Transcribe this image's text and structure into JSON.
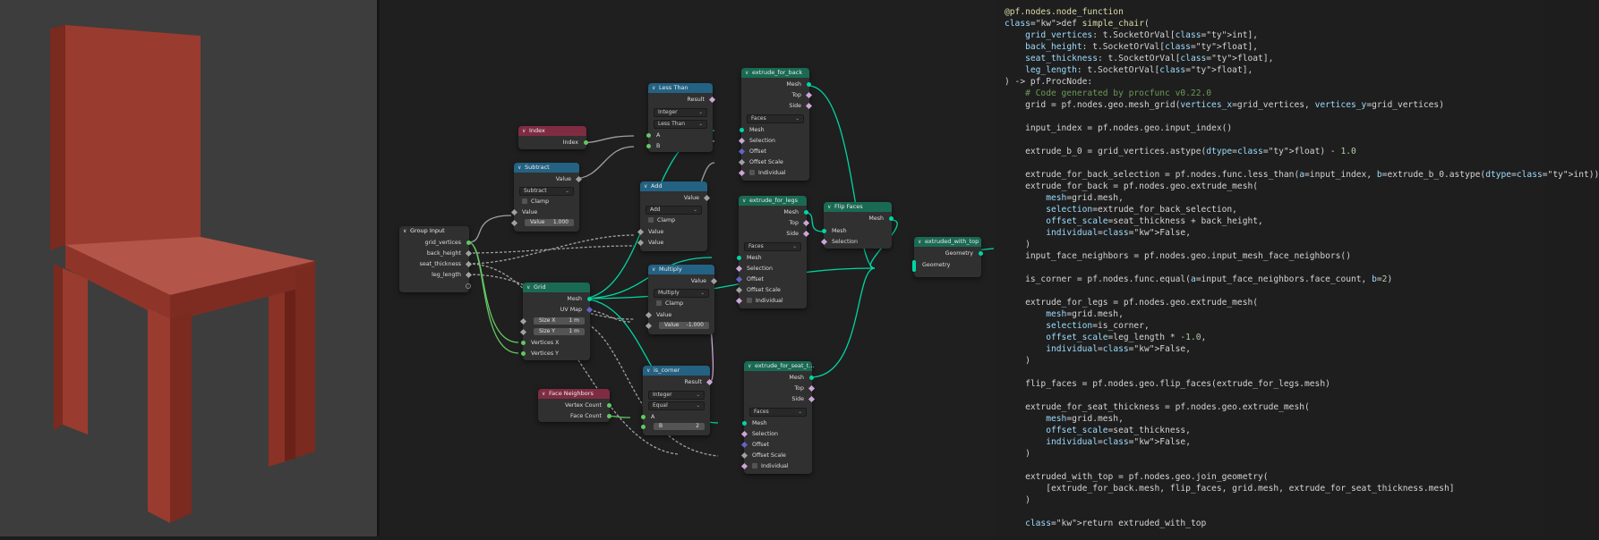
{
  "viewport": {
    "description_icon": "chair-3d-model"
  },
  "colors": {
    "chair_front": "#9a3b2f",
    "chair_side": "#7a2a1f",
    "chair_top": "#b4554a",
    "wire": "#00d6a3",
    "wire_gray": "#a1a1a1"
  },
  "nodes": {
    "group_input": {
      "title": "Group Input",
      "outputs": [
        "grid_vertices",
        "back_height",
        "seat_thickness",
        "leg_length"
      ]
    },
    "index": {
      "title": "Index",
      "output": "Index"
    },
    "subtract": {
      "title": "Subtract",
      "output": "Value",
      "op": "Subtract",
      "clamp": "Clamp",
      "in1": "Value",
      "in2_label": "Value",
      "in2_value": "1.000"
    },
    "grid": {
      "title": "Grid",
      "out_mesh": "Mesh",
      "out_uv": "UV Map",
      "size_x_label": "Size X",
      "size_x": "1 m",
      "size_y_label": "Size Y",
      "size_y": "1 m",
      "vx": "Vertices X",
      "vy": "Vertices Y"
    },
    "face_neighbors": {
      "title": "Face Neighbors",
      "vc": "Vertex Count",
      "fc": "Face Count"
    },
    "less_than": {
      "title": "Less Than",
      "output": "Result",
      "type": "Integer",
      "op": "Less Than",
      "a": "A",
      "b": "B"
    },
    "add": {
      "title": "Add",
      "output": "Value",
      "op": "Add",
      "clamp": "Clamp",
      "in1": "Value",
      "in2": "Value"
    },
    "multiply": {
      "title": "Multiply",
      "output": "Value",
      "op": "Multiply",
      "clamp": "Clamp",
      "in1": "Value",
      "in2_label": "Value",
      "in2_value": "-1.000"
    },
    "is_corner": {
      "title": "is_corner",
      "output": "Result",
      "type": "Integer",
      "op": "Equal",
      "a": "A",
      "b_label": "B",
      "b_value": "2"
    },
    "extrude_back": {
      "title": "extrude_for_back",
      "mesh": "Mesh",
      "top": "Top",
      "side": "Side",
      "mode": "Faces",
      "in_mesh": "Mesh",
      "sel": "Selection",
      "offset": "Offset",
      "oscale": "Offset Scale",
      "indiv": "Individual"
    },
    "extrude_legs": {
      "title": "extrude_for_legs",
      "mesh": "Mesh",
      "top": "Top",
      "side": "Side",
      "mode": "Faces",
      "in_mesh": "Mesh",
      "sel": "Selection",
      "offset": "Offset",
      "oscale": "Offset Scale",
      "indiv": "Individual"
    },
    "extrude_seat": {
      "title": "extrude_for_seat_t...",
      "mesh": "Mesh",
      "top": "Top",
      "side": "Side",
      "mode": "Faces",
      "in_mesh": "Mesh",
      "sel": "Selection",
      "offset": "Offset",
      "oscale": "Offset Scale",
      "indiv": "Individual"
    },
    "flip_faces": {
      "title": "Flip Faces",
      "out_mesh": "Mesh",
      "in_mesh": "Mesh",
      "sel": "Selection"
    },
    "extruded_with_top": {
      "title": "extruded_with_top",
      "out": "Geometry",
      "in": "Geometry"
    }
  },
  "code": {
    "lines": [
      "@pf.nodes.node_function",
      "def simple_chair(",
      "    grid_vertices: t.SocketOrVal[int],",
      "    back_height: t.SocketOrVal[float],",
      "    seat_thickness: t.SocketOrVal[float],",
      "    leg_length: t.SocketOrVal[float],",
      ") -> pf.ProcNode:",
      "    # Code generated by procfunc v0.22.0",
      "    grid = pf.nodes.geo.mesh_grid(vertices_x=grid_vertices, vertices_y=grid_vertices)",
      "",
      "    input_index = pf.nodes.geo.input_index()",
      "",
      "    extrude_b_0 = grid_vertices.astype(dtype=float) - 1.0",
      "",
      "    extrude_for_back_selection = pf.nodes.func.less_than(a=input_index, b=extrude_b_0.astype(dtype=int))",
      "    extrude_for_back = pf.nodes.geo.extrude_mesh(",
      "        mesh=grid.mesh,",
      "        selection=extrude_for_back_selection,",
      "        offset_scale=seat_thickness + back_height,",
      "        individual=False,",
      "    )",
      "    input_face_neighbors = pf.nodes.geo.input_mesh_face_neighbors()",
      "",
      "    is_corner = pf.nodes.func.equal(a=input_face_neighbors.face_count, b=2)",
      "",
      "    extrude_for_legs = pf.nodes.geo.extrude_mesh(",
      "        mesh=grid.mesh,",
      "        selection=is_corner,",
      "        offset_scale=leg_length * -1.0,",
      "        individual=False,",
      "    )",
      "",
      "    flip_faces = pf.nodes.geo.flip_faces(extrude_for_legs.mesh)",
      "",
      "    extrude_for_seat_thickness = pf.nodes.geo.extrude_mesh(",
      "        mesh=grid.mesh,",
      "        offset_scale=seat_thickness,",
      "        individual=False,",
      "    )",
      "",
      "    extruded_with_top = pf.nodes.geo.join_geometry(",
      "        [extrude_for_back.mesh, flip_faces, grid.mesh, extrude_for_seat_thickness.mesh]",
      "    )",
      "",
      "    return extruded_with_top"
    ]
  }
}
